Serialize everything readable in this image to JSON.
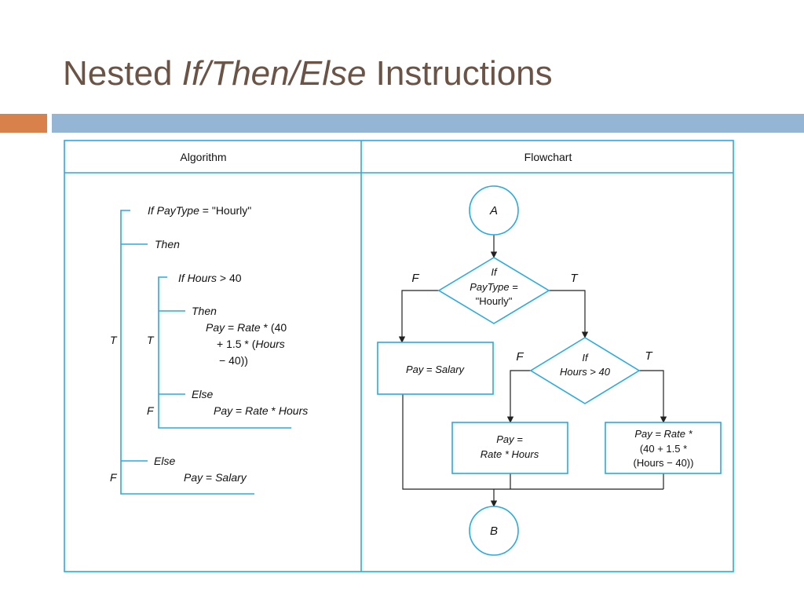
{
  "title": {
    "part1": "Nested",
    "part2": "If/Then/Else",
    "part3": "Instructions"
  },
  "colors": {
    "title": "#6b5446",
    "accent_orange": "#d8814a",
    "accent_blue": "#94b5d4",
    "diagram_line": "#29aae1"
  },
  "table": {
    "algorithm_header": "Algorithm",
    "flowchart_header": "Flowchart"
  },
  "algorithm": {
    "outer_if_keyword": "If",
    "outer_if_var": "PayType",
    "outer_if_rest": "= \"Hourly\"",
    "outer_then": "Then",
    "inner_if_keyword": "If",
    "inner_if_var": "Hours",
    "inner_if_rest": "> 40",
    "inner_then": "Then",
    "pay1_line1_a": "Pay",
    "pay1_line1_b": "=",
    "pay1_line1_c": "Rate",
    "pay1_line1_d": "* (40",
    "pay1_line2_a": "+ 1.5 * (",
    "pay1_line2_b": "Hours",
    "pay1_line3": "− 40))",
    "inner_else": "Else",
    "pay2_a": "Pay",
    "pay2_b": "=",
    "pay2_c": "Rate",
    "pay2_d": "*",
    "pay2_e": "Hours",
    "outer_else": "Else",
    "pay3_a": "Pay",
    "pay3_b": "=",
    "pay3_c": "Salary",
    "label_t_outer": "T",
    "label_t_inner": "T",
    "label_f_inner": "F",
    "label_f_outer": "F"
  },
  "flowchart": {
    "connector_a": "A",
    "connector_b": "B",
    "decision1_line1": "If",
    "decision1_line2": "PayType =",
    "decision1_line3": "\"Hourly\"",
    "decision1_false": "F",
    "decision1_true": "T",
    "process_salary_a": "Pay",
    "process_salary_b": "=",
    "process_salary_c": "Salary",
    "decision2_line1": "If",
    "decision2_line2": "Hours > 40",
    "decision2_false": "F",
    "decision2_true": "T",
    "process_hours_line1": "Pay =",
    "process_hours_line2": "Rate * Hours",
    "process_ot_line1": "Pay = Rate *",
    "process_ot_line2": "(40 + 1.5 *",
    "process_ot_line3": "(Hours − 40))"
  }
}
